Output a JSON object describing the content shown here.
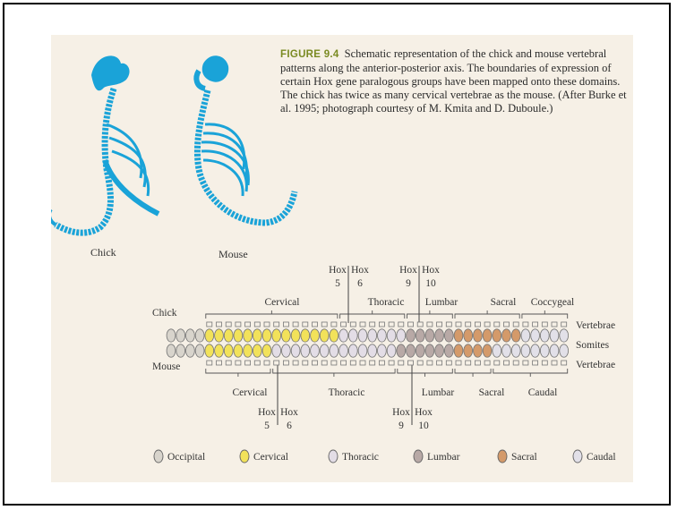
{
  "figure": {
    "label": "FIGURE 9.4",
    "caption": "Schematic representation of the chick and mouse vertebral patterns along the anterior-posterior axis. The boundaries of expression of certain Hox gene paralogous groups have been mapped onto these domains. The chick has twice as many cervical vertebrae as the mouse. (After Burke et al. 1995; photograph courtesy of M. Kmita and D. Duboule.)"
  },
  "photos": {
    "left_label": "Chick",
    "right_label": "Mouse"
  },
  "diagram": {
    "chick_label": "Chick",
    "mouse_label": "Mouse",
    "row_labels": {
      "top_vertebrae": "Vertebrae",
      "somites": "Somites",
      "bottom_vertebrae": "Vertebrae"
    },
    "chick_regions": [
      "Cervical",
      "Thoracic",
      "Lumbar",
      "Sacral",
      "Coccygeal"
    ],
    "mouse_regions": [
      "Cervical",
      "Thoracic",
      "Lumbar",
      "Sacral",
      "Caudal"
    ],
    "chick_hox": [
      {
        "line1": "Hox",
        "line2": "5"
      },
      {
        "line1": "Hox",
        "line2": "6"
      },
      {
        "line1": "Hox",
        "line2": "9"
      },
      {
        "line1": "Hox",
        "line2": "10"
      }
    ],
    "mouse_hox": [
      {
        "line1": "Hox",
        "line2": "5"
      },
      {
        "line1": "Hox",
        "line2": "6"
      },
      {
        "line1": "Hox",
        "line2": "9"
      },
      {
        "line1": "Hox",
        "line2": "10"
      }
    ],
    "chick_somites": [
      "O",
      "O",
      "O",
      "O",
      "C",
      "C",
      "C",
      "C",
      "C",
      "C",
      "C",
      "C",
      "C",
      "C",
      "C",
      "C",
      "C",
      "C",
      "T",
      "T",
      "T",
      "T",
      "T",
      "T",
      "T",
      "L",
      "L",
      "L",
      "L",
      "L",
      "S",
      "S",
      "S",
      "S",
      "S",
      "S",
      "S",
      "Ca",
      "Ca",
      "Ca",
      "Ca",
      "Ca"
    ],
    "mouse_somites": [
      "O",
      "O",
      "O",
      "O",
      "C",
      "C",
      "C",
      "C",
      "C",
      "C",
      "C",
      "T",
      "T",
      "T",
      "T",
      "T",
      "T",
      "T",
      "T",
      "T",
      "T",
      "T",
      "T",
      "T",
      "L",
      "L",
      "L",
      "L",
      "L",
      "L",
      "S",
      "S",
      "S",
      "S",
      "Ca",
      "Ca",
      "Ca",
      "Ca",
      "Ca",
      "Ca",
      "Ca",
      "Ca"
    ]
  },
  "legend": [
    {
      "key": "O",
      "label": "Occipital",
      "color": "#d8d4cc"
    },
    {
      "key": "C",
      "label": "Cervical",
      "color": "#f2e25a"
    },
    {
      "key": "T",
      "label": "Thoracic",
      "color": "#e3dde6"
    },
    {
      "key": "L",
      "label": "Lumbar",
      "color": "#b8a9a6"
    },
    {
      "key": "S",
      "label": "Sacral",
      "color": "#d49a6a"
    },
    {
      "key": "Ca",
      "label": "Caudal",
      "color": "#e2e0e8"
    }
  ],
  "colors": {
    "skeleton": "#1aa3d8",
    "background": "#f6f0e6"
  }
}
